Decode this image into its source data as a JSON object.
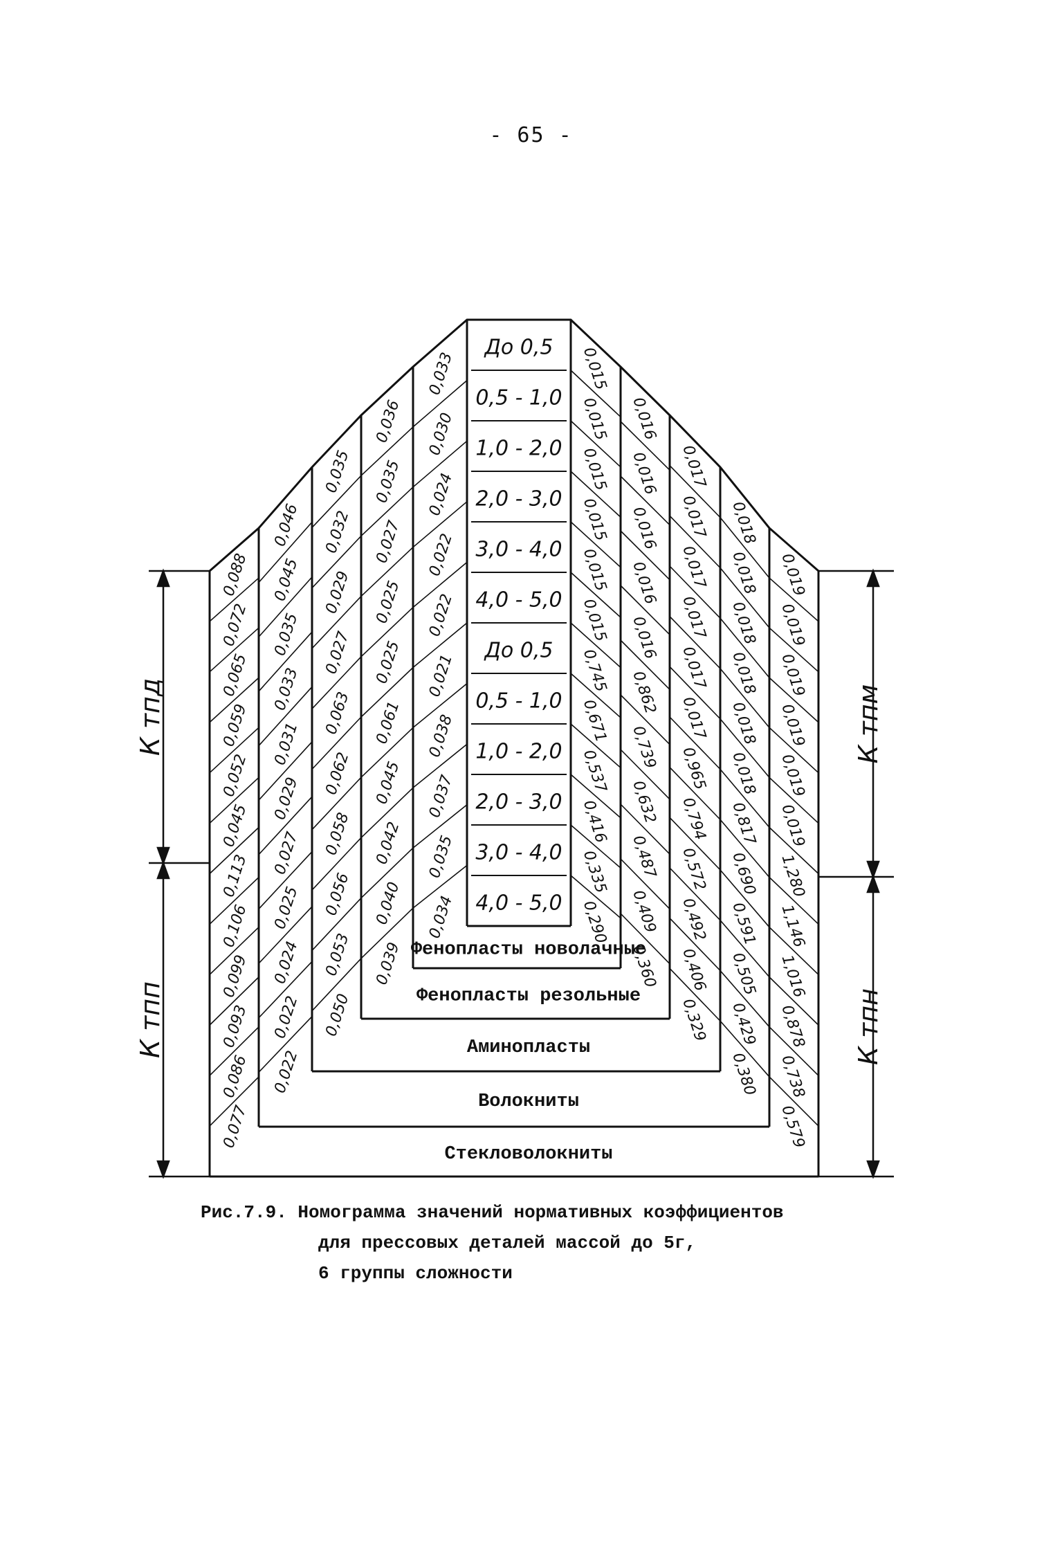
{
  "page_number": "- 65 -",
  "columns": {
    "middle": [
      "До 0,5",
      "0,5 - 1,0",
      "1,0 - 2,0",
      "2,0 - 3,0",
      "3,0 - 4,0",
      "4,0 - 5,0",
      "До 0,5",
      "0,5 - 1,0",
      "1,0 - 2,0",
      "2,0 - 3,0",
      "3,0 - 4,0",
      "4,0 - 5,0"
    ],
    "left": [
      [
        "0,088",
        "0,072",
        "0,065",
        "0,059",
        "0,052",
        "0,045",
        "0,113",
        "0,106",
        "0,099",
        "0,093",
        "0,086",
        "0,077"
      ],
      [
        "0,046",
        "0,045",
        "0,035",
        "0,033",
        "0,031",
        "0,029",
        "0,027",
        "0,025",
        "0,024",
        "0,022",
        "0,022"
      ],
      [
        "0,035",
        "0,032",
        "0,029",
        "0,027",
        "0,063",
        "0,062",
        "0,058",
        "0,056",
        "0,053",
        "0,050"
      ],
      [
        "0,036",
        "0,035",
        "0,027",
        "0,025",
        "0,025",
        "0,061",
        "0,045",
        "0,042",
        "0,040",
        "0,039"
      ],
      [
        "0,033",
        "0,030",
        "0,024",
        "0,022",
        "0,022",
        "0,021",
        "0,038",
        "0,037",
        "0,035",
        "0,034"
      ]
    ],
    "right": [
      [
        "0,015",
        "0,015",
        "0,015",
        "0,015",
        "0,015",
        "0,015",
        "0,745",
        "0,671",
        "0,537",
        "0,416",
        "0,335",
        "0,290"
      ],
      [
        "0,016",
        "0,016",
        "0,016",
        "0,016",
        "0,016",
        "0,862",
        "0,739",
        "0,632",
        "0,487",
        "0,409",
        "0,360"
      ],
      [
        "0,017",
        "0,017",
        "0,017",
        "0,017",
        "0,017",
        "0,017",
        "0,965",
        "0,794",
        "0,572",
        "0,492",
        "0,406",
        "0,329"
      ],
      [
        "0,018",
        "0,018",
        "0,018",
        "0,018",
        "0,018",
        "0,018",
        "0,817",
        "0,690",
        "0,591",
        "0,505",
        "0,429",
        "0,380"
      ],
      [
        "0,019",
        "0,019",
        "0,019",
        "0,019",
        "0,019",
        "0,019",
        "1,280",
        "1,146",
        "1,016",
        "0,878",
        "0,738",
        "0,579"
      ]
    ]
  },
  "materials": [
    "Фенопласты новолачные",
    "Фенопласты резольные",
    "Аминопласты",
    "Волокниты",
    "Стекловолокниты"
  ],
  "axes": {
    "left_top": "К тпд",
    "left_bottom": "К тпп",
    "right_top": "К тпм",
    "right_bottom": "К тпн"
  },
  "caption": {
    "line1": "Рис.7.9. Номограмма значений нормативных коэффициентов",
    "line2": "для прессовых деталей массой до 5г,",
    "line3": "6 группы сложности"
  }
}
